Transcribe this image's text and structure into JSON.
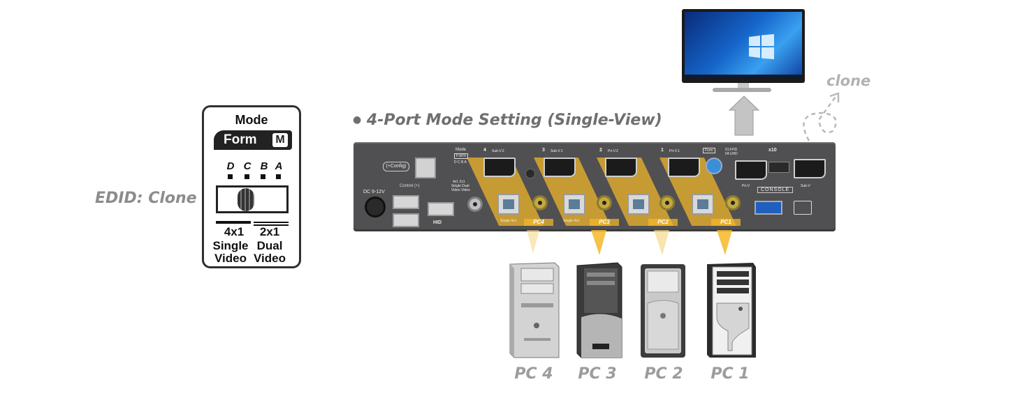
{
  "heading": "4-Port Mode Setting (Single-View)",
  "bullet": "●",
  "edid_label": "EDID: Clone",
  "clone_label": "clone",
  "mode_card": {
    "title": "Mode",
    "form_text": "Form",
    "form_letter": "M",
    "dip_letters": [
      "D",
      "C",
      "B",
      "A"
    ],
    "options": [
      {
        "ratio": "4x1",
        "line1": "Single",
        "line2": "Video"
      },
      {
        "ratio": "2x1",
        "line1": "Dual",
        "line2": "Video"
      }
    ],
    "switch_position": "4x1"
  },
  "kvm": {
    "config_label": "(+Config)",
    "control_label": "Control (+)",
    "dc_label": "DC 9-12V",
    "console_label": "CONSOLE",
    "x10_label": "x10",
    "hid_label": "HID",
    "mode_small": "Mode",
    "form_small": "Form",
    "dip_small": "D C B A",
    "opts_small": "4x1 2x1",
    "opts_small2": "Single Dual",
    "opts_small3": "Video Video",
    "res_small": "01:FHD",
    "res_small2": "04:UHD",
    "ports": [
      {
        "num": "4",
        "sub": "Sub-V.2",
        "tag": "PC4",
        "single": "Single 4x1"
      },
      {
        "num": "3",
        "sub": "Sub-V.1",
        "tag": "PC3",
        "single": "Single 4x1"
      },
      {
        "num": "2",
        "sub": "Pri-V.2",
        "tag": "PC2",
        "single": ""
      },
      {
        "num": "1",
        "sub": "Pri-V.1",
        "tag": "PC1",
        "single": ""
      }
    ],
    "console_ports": {
      "pri": "Pri-V",
      "sub": "Sub-V"
    }
  },
  "pcs": [
    "PC 4",
    "PC 3",
    "PC 2",
    "PC 1"
  ],
  "colors": {
    "highlight": "#f5b928",
    "device": "#505052",
    "label_gray": "#9c9c9c"
  }
}
